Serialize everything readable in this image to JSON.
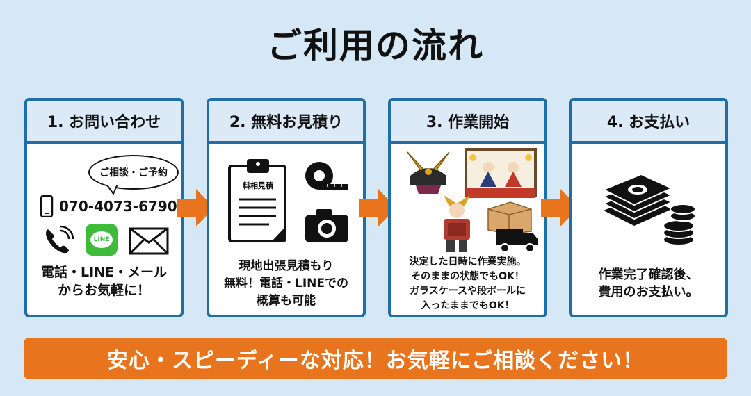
{
  "title": "ご利用の流れ",
  "colors": {
    "accent_orange": "#e8741e",
    "border_blue": "#1f6ea8",
    "header_bg": "#dbeaf6",
    "page_bg": "#d6e8f5"
  },
  "steps": [
    {
      "heading": "1. お問い合わせ",
      "bubble": "ご相談・ご予約",
      "phone": "070-4073-6790",
      "line_label": "LINE",
      "desc": [
        "電話・LINE・メール",
        "からお気軽に！"
      ],
      "icons": [
        "smartphone-icon",
        "phone-icon",
        "line-icon",
        "mail-icon"
      ]
    },
    {
      "heading": "2. 無料お見積り",
      "clipboard_label": "料相見積",
      "desc": [
        "現地出張見積もり",
        "無料！電話・LINEでの",
        "概算も可能"
      ],
      "icons": [
        "clipboard-icon",
        "tape-measure-icon",
        "camera-icon"
      ]
    },
    {
      "heading": "3. 作業開始",
      "desc": [
        "決定した日時に作業実施。",
        "そのままの状態でもOK！",
        "ガラスケースや段ボールに",
        "入ったままでもOK！"
      ],
      "icons": [
        "kabuto-icon",
        "hina-doll-case-icon",
        "samurai-doll-icon",
        "box-icon",
        "truck-icon"
      ]
    },
    {
      "heading": "4. お支払い",
      "desc": [
        "作業完了確認後、",
        "費用のお支払い。"
      ],
      "icons": [
        "money-stack-icon",
        "coins-icon"
      ]
    }
  ],
  "banner": "安心・スピーディーな対応！お気軽にご相談ください！"
}
